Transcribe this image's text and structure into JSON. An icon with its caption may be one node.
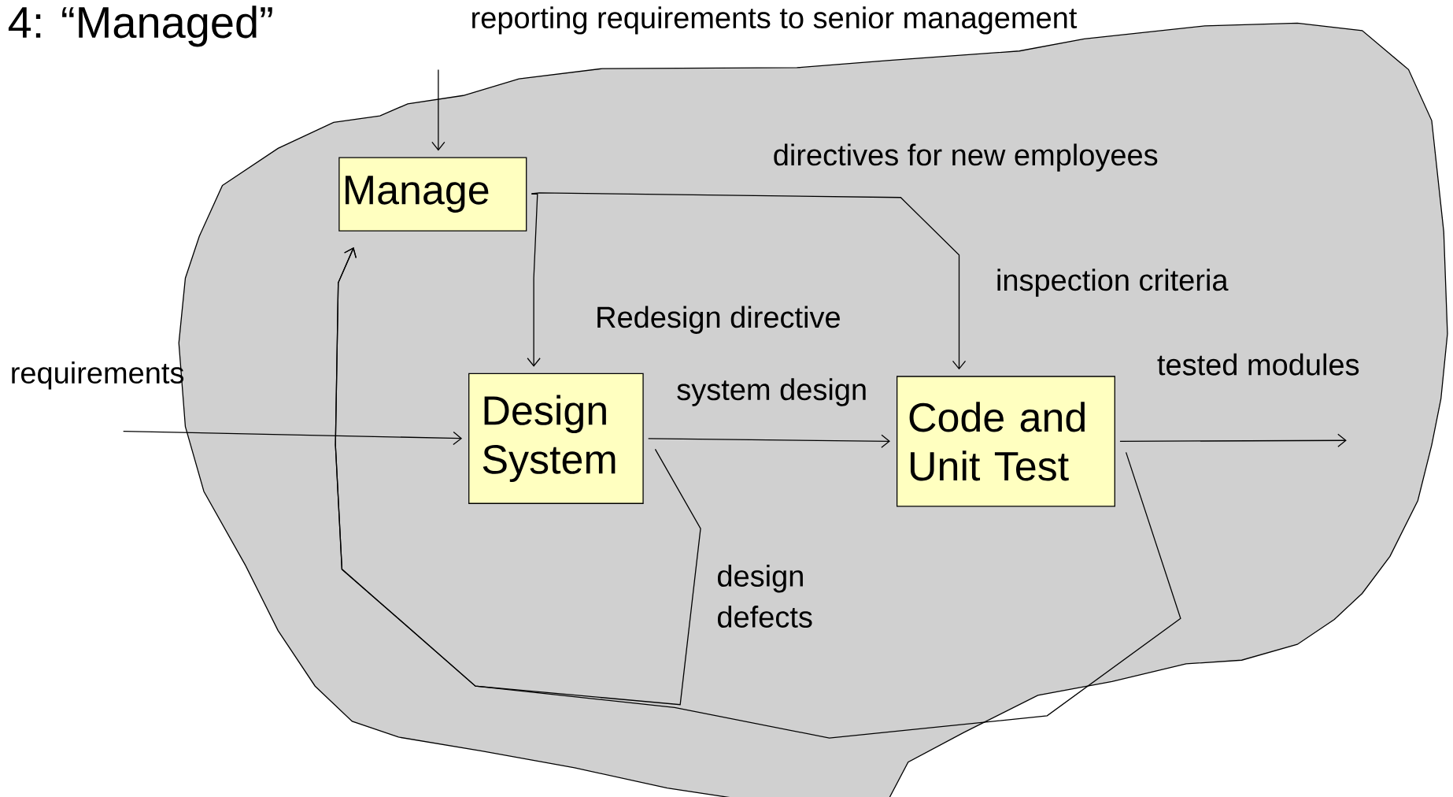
{
  "diagram": {
    "title": "4: “Managed”",
    "nodes": [
      {
        "text": [
          "Manage"
        ]
      },
      {
        "text": [
          "Design System"
        ]
      },
      {
        "text": [
          "Code and Unit Test"
        ]
      }
    ],
    "edges": [
      {
        "from": null,
        "to": 0,
        "arrow": "to",
        "label": "reporting requirements to senior management"
      },
      {
        "from": null,
        "to": 1,
        "arrow": "to",
        "label": "requirements"
      },
      {
        "from": 0,
        "to": 1,
        "arrow": "to",
        "label": "Redesign directive"
      },
      {
        "from": 0,
        "to": 2,
        "arrow": "to",
        "label": "inspection criteria"
      },
      {
        "from": 1,
        "to": 2,
        "arrow": "to",
        "label": "system design"
      },
      {
        "from": 2,
        "to": null,
        "arrow": "to",
        "label": "tested modules"
      },
      {
        "from": 1,
        "to": 0,
        "arrow": "to",
        "label": "design defects"
      },
      {
        "from": 2,
        "to": 0,
        "arrow": "to"
      }
    ],
    "labels": [
      "directives for new employees"
    ]
  }
}
